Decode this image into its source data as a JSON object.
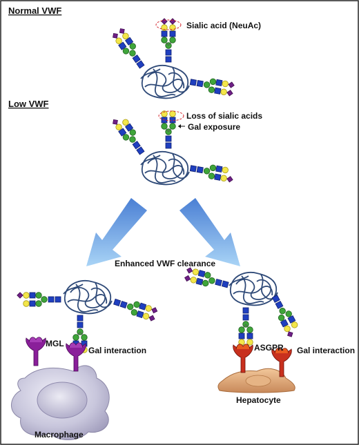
{
  "sections": {
    "normal": {
      "title": "Normal VWF",
      "annotation": "Sialic acid (NeuAc)"
    },
    "low": {
      "title": "Low VWF",
      "annotation_loss": "Loss of sialic acids",
      "annotation_gal": "Gal exposure"
    }
  },
  "clearance": {
    "label": "Enhanced VWF clearance"
  },
  "macrophage_panel": {
    "receptor": "MGL",
    "interaction": "Gal interaction",
    "cell": "Macrophage"
  },
  "hepatocyte_panel": {
    "receptor": "ASGPR",
    "interaction": "Gal interaction",
    "cell": "Hepatocyte"
  },
  "colors": {
    "glcnac": "#1f3fbf",
    "mannose": "#3fa53a",
    "galactose": "#f3e64a",
    "sialic": "#6e1f86",
    "polypeptide": "#2f4a78",
    "arrow": "#7fb6ec",
    "mgl": "#8a1f9a",
    "asgpr": "#c8301e",
    "cell_macrophage": "#c8c6dc",
    "cell_hepatocyte": "#d8a070",
    "dashed_marker": "#d2232a",
    "frame": "#222222"
  }
}
